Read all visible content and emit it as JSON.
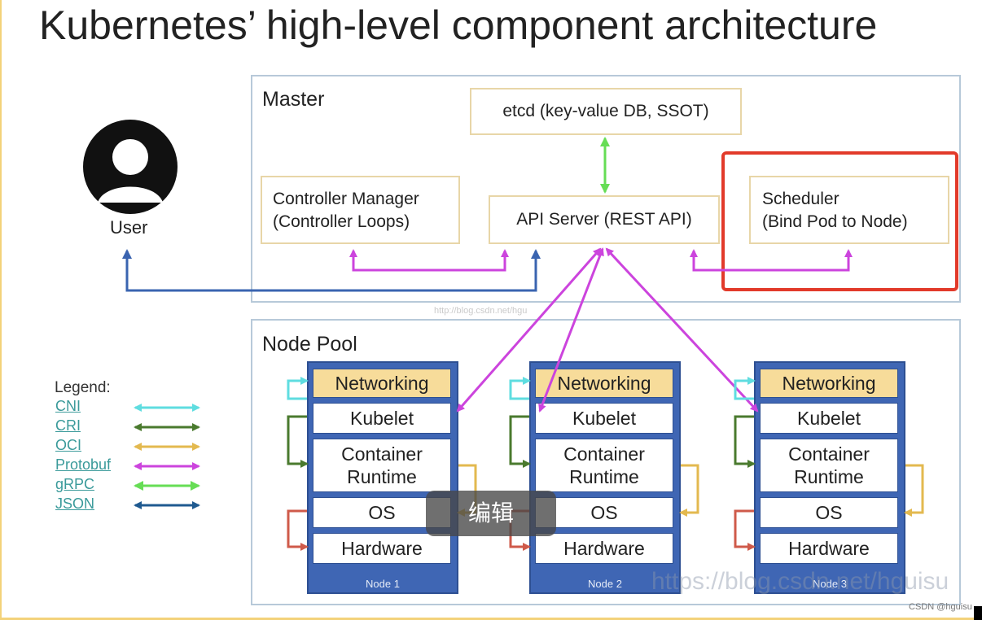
{
  "title": "Kubernetes’ high-level component architecture",
  "user": {
    "label": "User"
  },
  "master": {
    "label": "Master",
    "etcd": "etcd (key-value DB, SSOT)",
    "controller_manager": [
      "Controller Manager",
      "(Controller Loops)"
    ],
    "api_server": "API Server (REST API)",
    "scheduler": [
      "Scheduler",
      "(Bind Pod to Node)"
    ]
  },
  "node_pool": {
    "label": "Node Pool",
    "layers": {
      "networking": "Networking",
      "kubelet": "Kubelet",
      "container_runtime": [
        "Container",
        "Runtime"
      ],
      "os": "OS",
      "hardware": "Hardware"
    },
    "nodes": [
      "Node 1",
      "Node 2",
      "Node 3"
    ]
  },
  "legend": {
    "title": "Legend:",
    "items": [
      {
        "label": "CNI",
        "color": "#5fdde0"
      },
      {
        "label": "CRI",
        "color": "#4a7a2e"
      },
      {
        "label": "OCI",
        "color": "#e3b94f"
      },
      {
        "label": "Protobuf",
        "color": "#cc44dd"
      },
      {
        "label": "gRPC",
        "color": "#66dd55"
      },
      {
        "label": "JSON",
        "color": "#1f5a90"
      }
    ]
  },
  "colors": {
    "highlight": "#e23a2a",
    "node_blue": "#3f66b4",
    "networking_fill": "#f7dc9a",
    "user_arrow": "#3a64b0",
    "protobuf": "#cc44dd",
    "grpc": "#66dd55",
    "cni": "#5fdde0",
    "cri": "#4a7a2e",
    "oci": "#e3b94f",
    "os_hw_arrow": "#cf5a4a"
  },
  "icons": {
    "user": "user-silhouette-icon"
  },
  "overlay": {
    "edit_label": "编辑"
  },
  "watermarks": {
    "url": "https://blog.csdn.net/hguisu",
    "faint": "http://blog.csdn.net/hgu",
    "csdn": "CSDN @hguisu"
  }
}
